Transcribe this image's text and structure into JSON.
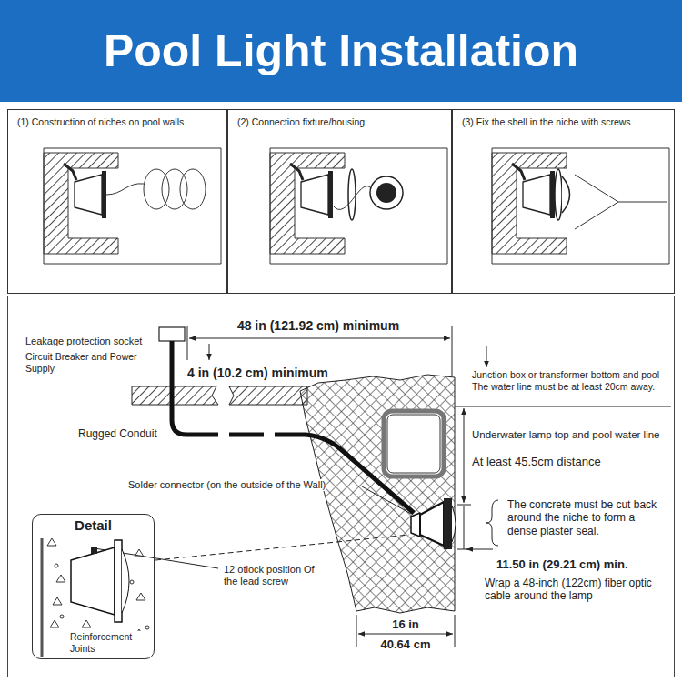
{
  "diagram": {
    "title": "Pool Light Installation",
    "nodes": [
      {
        "text": [
          "(1) Construction of niches on pool walls"
        ]
      },
      {
        "text": [
          "(2) Connection fixture/housing"
        ]
      },
      {
        "text": [
          "(3) Fix the shell in the niche with screws"
        ]
      },
      {
        "text": [
          "Detail"
        ]
      }
    ],
    "labels": [
      "48 in (121.92 cm) minimum",
      "Leakage protection socket",
      "Circuit Breaker and Power Supply",
      "4 in (10.2 cm) minimum",
      "Junction box or transformer bottom and pool The water line must be at least 20cm away.",
      "Rugged Conduit",
      "Underwater lamp top and pool water line",
      "At least 45.5cm distance",
      "Solder connector (on the outside of the Wall)",
      "The concrete must be cut back around the niche to form a dense plaster seal.",
      "11.50 in (29.21 cm) min.",
      "Wrap a 48-inch (122cm) fiber optic cable around the lamp",
      "12 otlock position Of the lead screw",
      "16 in",
      "40.64 cm",
      "Reinforcement Joints"
    ]
  }
}
